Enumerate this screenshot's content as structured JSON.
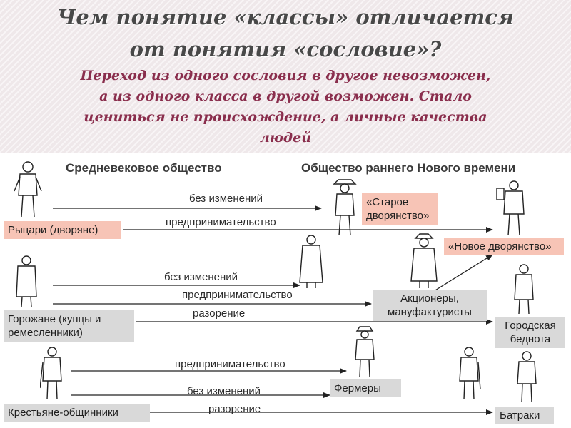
{
  "header": {
    "title_line1": "Чем понятие «классы» отличается",
    "title_line2": "от понятия «сословие»?",
    "subtitle_line1": "Переход из одного сословия в другое невозможен,",
    "subtitle_line2": "а из одного класса в другой возможен. Стало",
    "subtitle_line3": "цениться не происхождение, а личные качества",
    "subtitle_line4": "людей"
  },
  "diagram": {
    "col_medieval": "Средневековое общество",
    "col_early_modern": "Общество раннего Нового времени",
    "estates": {
      "knights": "Рыцари (дворяне)",
      "townsfolk_line1": "Горожане (купцы и",
      "townsfolk_line2": "ремесленники)",
      "peasants": "Крестьяне-общинники"
    },
    "classes": {
      "old_nobility_line1": "«Старое",
      "old_nobility_line2": "дворянство»",
      "new_nobility": "«Новое дворянство»",
      "shareholders_line1": "Акционеры,",
      "shareholders_line2": "мануфактуристы",
      "urban_poor_line1": "Городская",
      "urban_poor_line2": "беднота",
      "farmers": "Фермеры",
      "laborers": "Батраки"
    },
    "arrow_labels": {
      "knights_unchanged": "без изменений",
      "knights_enterprise": "предпринимательство",
      "towns_unchanged": "без изменений",
      "towns_enterprise": "предпринимательство",
      "towns_ruin": "разорение",
      "peasants_enterprise": "предпринимательство",
      "peasants_unchanged": "без изменений",
      "peasants_ruin": "разорение"
    },
    "colors": {
      "estate_box": "#f7c4b6",
      "class_box": "#d9d9d9",
      "subtitle_text": "#8a2e4d",
      "title_text": "#484848"
    }
  }
}
